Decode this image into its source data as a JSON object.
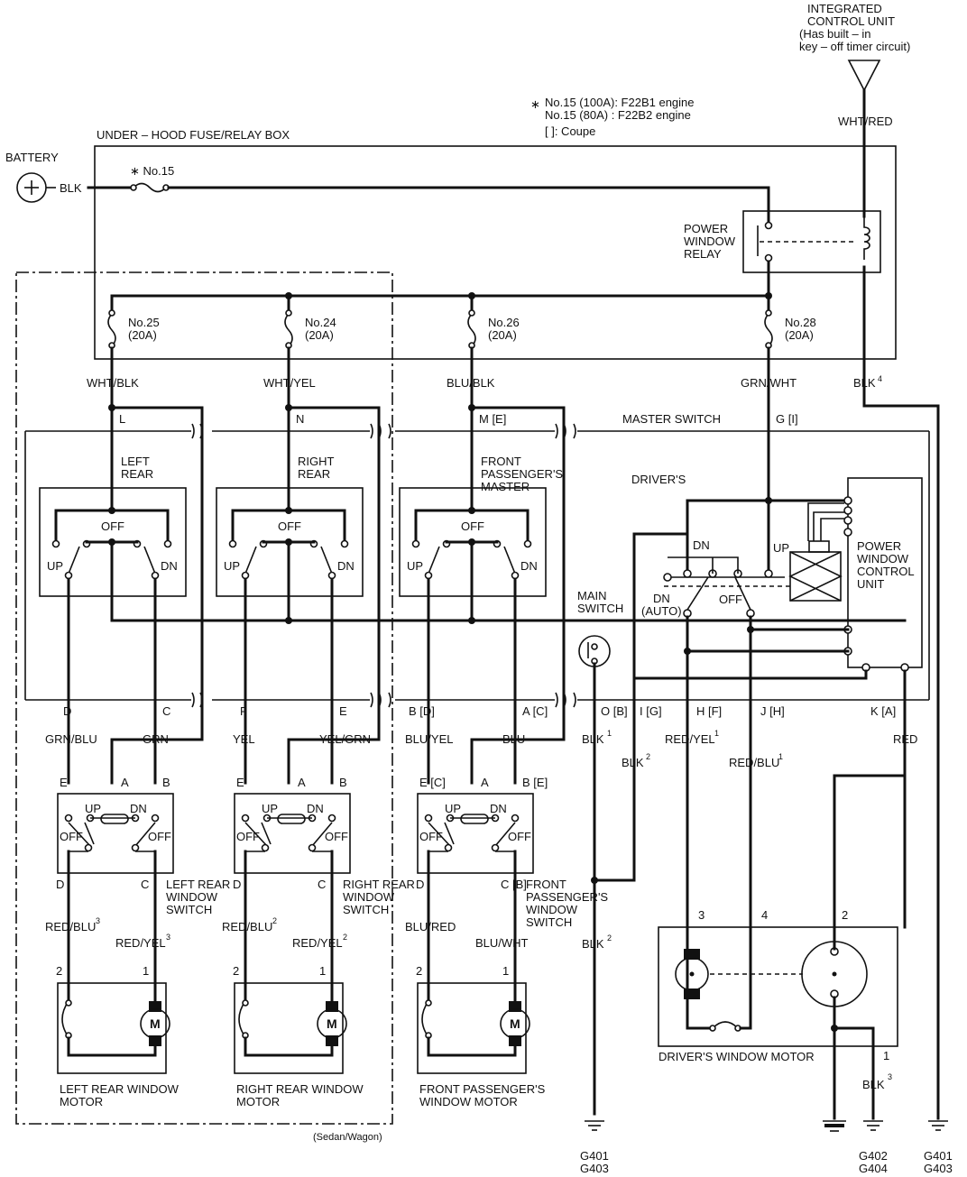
{
  "header": {
    "icu_line1": "INTEGRATED",
    "icu_line2": "CONTROL UNIT",
    "icu_line3": "(Has built – in",
    "icu_line4": "key – off timer circuit)",
    "note_star": "∗",
    "note_line1": "No.15 (100A): F22B1 engine",
    "note_line2": "No.15 (80A)  : F22B2 engine",
    "note_line3": "[  ]: Coupe"
  },
  "power": {
    "battery_label": "BATTERY",
    "battery_wire": "BLK",
    "fuse_box_label": "UNDER – HOOD FUSE/RELAY BOX",
    "main_fuse": "∗ No.15",
    "relay_line1": "POWER",
    "relay_line2": "WINDOW",
    "relay_line3": "RELAY",
    "icu_wire": "WHT/RED",
    "icu_ground_wire": "BLK",
    "icu_ground_sup": "4"
  },
  "fuses": [
    {
      "name": "No.25",
      "rating": "(20A)",
      "wire": "WHT/BLK"
    },
    {
      "name": "No.24",
      "rating": "(20A)",
      "wire": "WHT/YEL"
    },
    {
      "name": "No.26",
      "rating": "(20A)",
      "wire": "BLU/BLK"
    },
    {
      "name": "No.28",
      "rating": "(20A)",
      "wire": "GRN/WHT"
    }
  ],
  "master": {
    "label": "MASTER SWITCH",
    "pin_g": "G [I]",
    "drivers_label": "DRIVER'S",
    "main_switch_line1": "MAIN",
    "main_switch_line2": "SWITCH",
    "pwcu_line1": "POWER",
    "pwcu_line2": "WINDOW",
    "pwcu_line3": "CONTROL",
    "pwcu_line4": "UNIT",
    "dn": "DN",
    "up": "UP",
    "off": "OFF",
    "dn_auto_line1": "DN",
    "dn_auto_line2": "(AUTO)"
  },
  "sections": [
    {
      "pin_top": "L",
      "title_line1": "LEFT",
      "title_line2": "REAR",
      "title_line3": "",
      "sw_off": "OFF",
      "sw_up": "UP",
      "sw_dn": "DN",
      "pin_left": "D",
      "pin_right": "C",
      "wire_left": "GRN/BLU",
      "wire_right": "GRN",
      "door_e": "E",
      "door_a": "A",
      "door_b": "B",
      "door_up": "UP",
      "door_dn": "DN",
      "door_off_l": "OFF",
      "door_off_r": "OFF",
      "door_d": "D",
      "door_c": "C",
      "door_name1": "LEFT REAR",
      "door_name2": "WINDOW",
      "door_name3": "SWITCH",
      "motor_wire_left": "RED/BLU",
      "motor_wire_left_sup": "3",
      "motor_wire_right": "RED/YEL",
      "motor_wire_right_sup": "3",
      "motor_pin_2": "2",
      "motor_pin_1": "1",
      "motor_symbol": "M",
      "motor_name1": "LEFT REAR WINDOW",
      "motor_name2": "MOTOR"
    },
    {
      "pin_top": "N",
      "title_line1": "RIGHT",
      "title_line2": "REAR",
      "title_line3": "",
      "sw_off": "OFF",
      "sw_up": "UP",
      "sw_dn": "DN",
      "pin_left": "F",
      "pin_right": "E",
      "wire_left": "YEL",
      "wire_right": "YEL/GRN",
      "door_e": "E",
      "door_a": "A",
      "door_b": "B",
      "door_up": "UP",
      "door_dn": "DN",
      "door_off_l": "OFF",
      "door_off_r": "OFF",
      "door_d": "D",
      "door_c": "C",
      "door_name1": "RIGHT REAR",
      "door_name2": "WINDOW",
      "door_name3": "SWITCH",
      "motor_wire_left": "RED/BLU",
      "motor_wire_left_sup": "2",
      "motor_wire_right": "RED/YEL",
      "motor_wire_right_sup": "2",
      "motor_pin_2": "2",
      "motor_pin_1": "1",
      "motor_symbol": "M",
      "motor_name1": "RIGHT REAR WINDOW",
      "motor_name2": "MOTOR"
    },
    {
      "pin_top": "M [E]",
      "title_line1": "FRONT",
      "title_line2": "PASSENGER'S",
      "title_line3": "MASTER",
      "sw_off": "OFF",
      "sw_up": "UP",
      "sw_dn": "DN",
      "pin_left": "B [D]",
      "pin_right": "A [C]",
      "wire_left": "BLU/YEL",
      "wire_right": "BLU",
      "door_e": "E [C]",
      "door_a": "A",
      "door_b": "B [E]",
      "door_up": "UP",
      "door_dn": "DN",
      "door_off_l": "OFF",
      "door_off_r": "OFF",
      "door_d": "D",
      "door_c": "C [B]",
      "door_name1": "FRONT",
      "door_name2": "PASSENGER'S",
      "door_name3": "WINDOW",
      "door_name4": "SWITCH",
      "motor_wire_left": "BLU/RED",
      "motor_wire_left_sup": "",
      "motor_wire_right": "BLU/WHT",
      "motor_wire_right_sup": "",
      "motor_pin_2": "2",
      "motor_pin_1": "1",
      "motor_symbol": "M",
      "motor_name1": "FRONT PASSENGER'S",
      "motor_name2": "WINDOW MOTOR"
    }
  ],
  "bottom_pins": {
    "o": "O [B]",
    "i": "I [G]",
    "h": "H [F]",
    "j": "J [H]",
    "k": "K [A]"
  },
  "bottom_wires": {
    "o_wire": "BLK",
    "o_sup": "1",
    "i_wire": "BLK",
    "i_sup": "2",
    "h_wire": "RED/YEL",
    "h_sup": "1",
    "j_wire": "RED/BLU",
    "j_sup": "1",
    "k_wire": "RED",
    "ground_wire": "BLK",
    "ground_sup": "2",
    "motor_gnd_wire": "BLK",
    "motor_gnd_sup": "3"
  },
  "driver_motor": {
    "pin_3": "3",
    "pin_4": "4",
    "pin_2": "2",
    "pin_1": "1",
    "name": "DRIVER'S WINDOW MOTOR"
  },
  "grounds": {
    "g1_line1": "G401",
    "g1_line2": "G403",
    "g2_line1": "G402",
    "g2_line2": "G404",
    "g3_line1": "G401",
    "g3_line2": "G403"
  },
  "footer": {
    "variant": "(Sedan/Wagon)"
  }
}
